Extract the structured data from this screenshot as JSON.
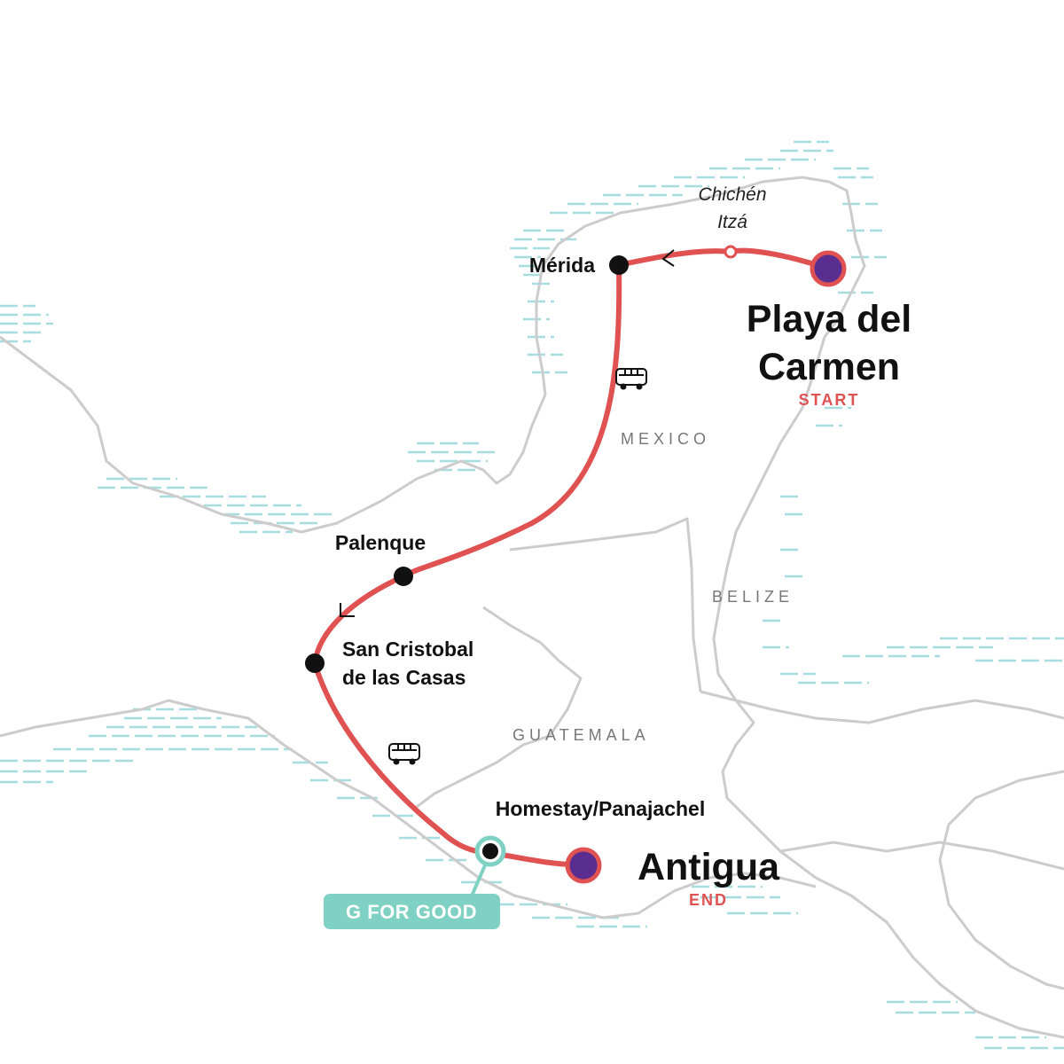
{
  "map": {
    "countries": {
      "mexico": "MEXICO",
      "belize": "BELIZE",
      "guatemala": "GUATEMALA"
    },
    "start": {
      "name_line1": "Playa del",
      "name_line2": "Carmen",
      "tag": "START"
    },
    "end": {
      "name": "Antigua",
      "tag": "END"
    },
    "stops": {
      "merida": "Mérida",
      "palenque": "Palenque",
      "san_cristobal_line1": "San Cristobal",
      "san_cristobal_line2": "de las Casas",
      "homestay": "Homestay/Panajachel"
    },
    "excursion": {
      "line1": "Chichén",
      "line2": "Itzá"
    },
    "badge": {
      "label": "G FOR GOOD"
    },
    "transport": [
      "bus-icon",
      "bus-icon"
    ],
    "colors": {
      "route": "#e05252",
      "endpoint_fill": "#5a2d91",
      "stop": "#111111",
      "badge": "#7fd1c4",
      "water": "#a8dde0",
      "border": "#cccccc"
    }
  }
}
